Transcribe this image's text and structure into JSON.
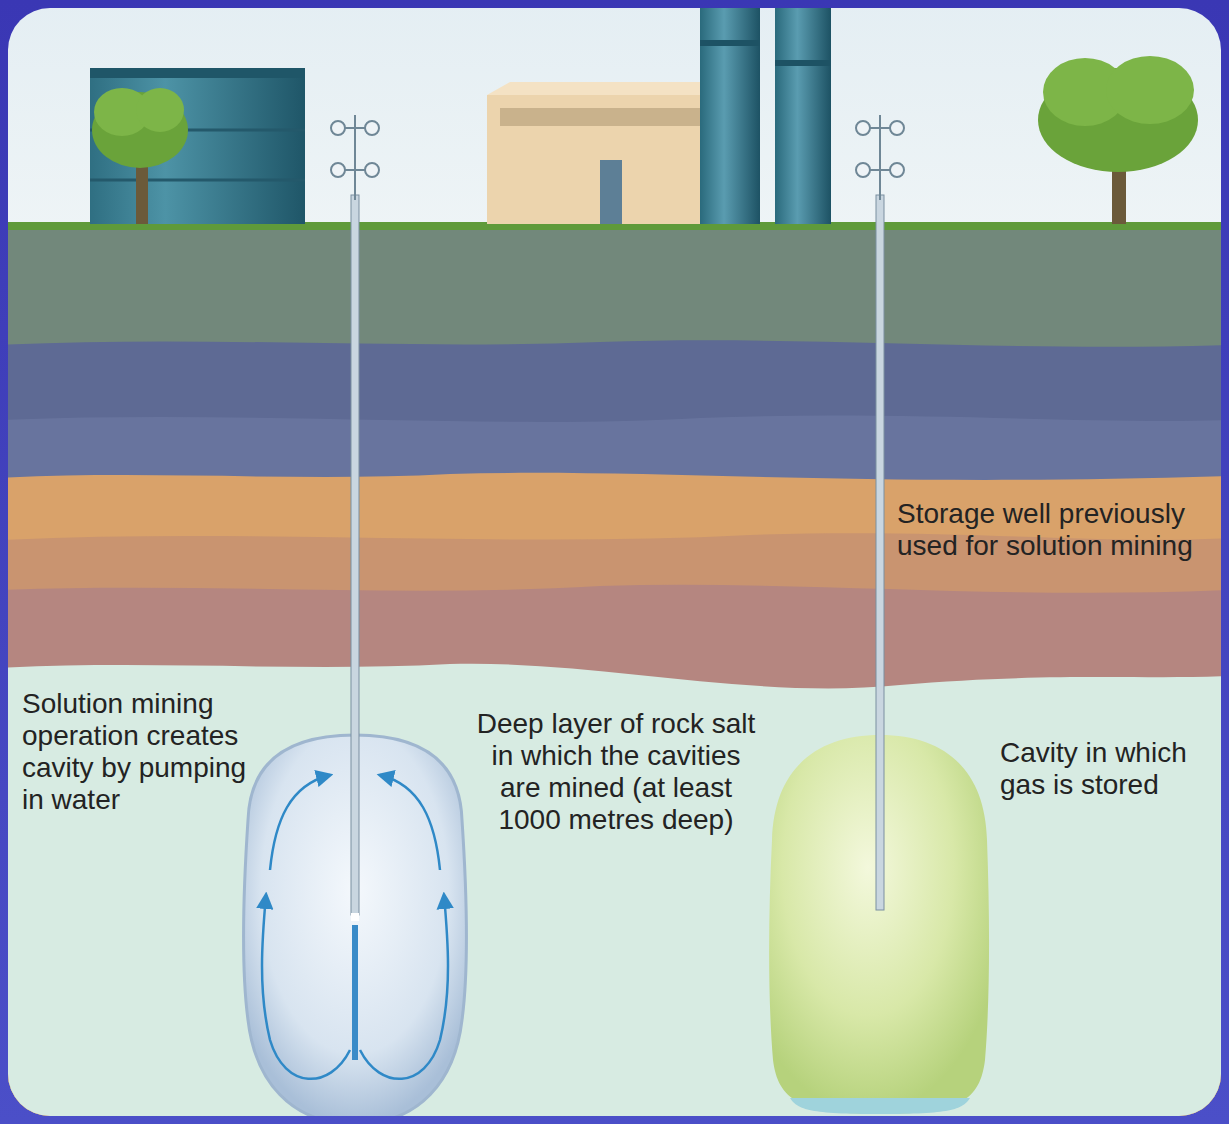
{
  "diagram": {
    "labels": [
      "Storage well previously used for solution mining",
      "Solution mining operation creates cavity by pumping in water",
      "Deep layer of rock salt in which the cavities are mined (at least 1000 metres deep)",
      "Cavity in which gas is stored"
    ]
  }
}
